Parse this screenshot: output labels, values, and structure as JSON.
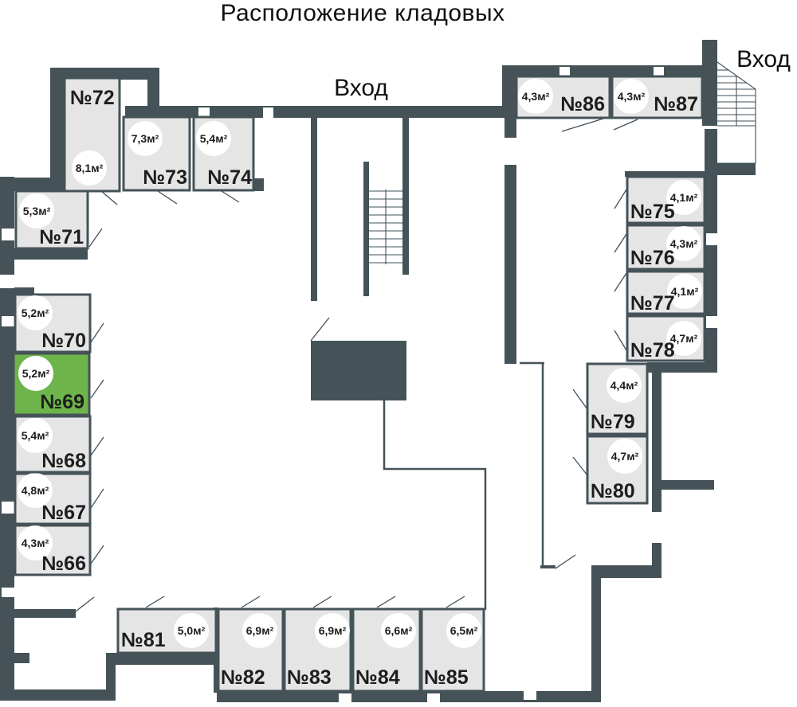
{
  "title": "Расположение кладовых",
  "labels": {
    "entrance_top": "Вход",
    "entrance_right": "Вход"
  },
  "colors": {
    "wall": "#455359",
    "room_fill": "#e5e5e5",
    "highlight": "#6db44a",
    "text": "#1d1d1d"
  },
  "highlighted_room": "№69",
  "rooms": [
    {
      "number": "№66",
      "area": "4,3м²"
    },
    {
      "number": "№67",
      "area": "4,8м²"
    },
    {
      "number": "№68",
      "area": "5,4м²"
    },
    {
      "number": "№69",
      "area": "5,2м²"
    },
    {
      "number": "№70",
      "area": "5,2м²"
    },
    {
      "number": "№71",
      "area": "5,3м²"
    },
    {
      "number": "№72",
      "area": "8,1м²"
    },
    {
      "number": "№73",
      "area": "7,3м²"
    },
    {
      "number": "№74",
      "area": "5,4м²"
    },
    {
      "number": "№75",
      "area": "4,1м²"
    },
    {
      "number": "№76",
      "area": "4,3м²"
    },
    {
      "number": "№77",
      "area": "4,1м²"
    },
    {
      "number": "№78",
      "area": "4,7м²"
    },
    {
      "number": "№79",
      "area": "4,4м²"
    },
    {
      "number": "№80",
      "area": "4,7м²"
    },
    {
      "number": "№81",
      "area": "5,0м²"
    },
    {
      "number": "№82",
      "area": "6,9м²"
    },
    {
      "number": "№83",
      "area": "6,9м²"
    },
    {
      "number": "№84",
      "area": "6,6м²"
    },
    {
      "number": "№85",
      "area": "6,5м²"
    },
    {
      "number": "№86",
      "area": "4,3м²"
    },
    {
      "number": "№87",
      "area": "4,3м²"
    }
  ]
}
